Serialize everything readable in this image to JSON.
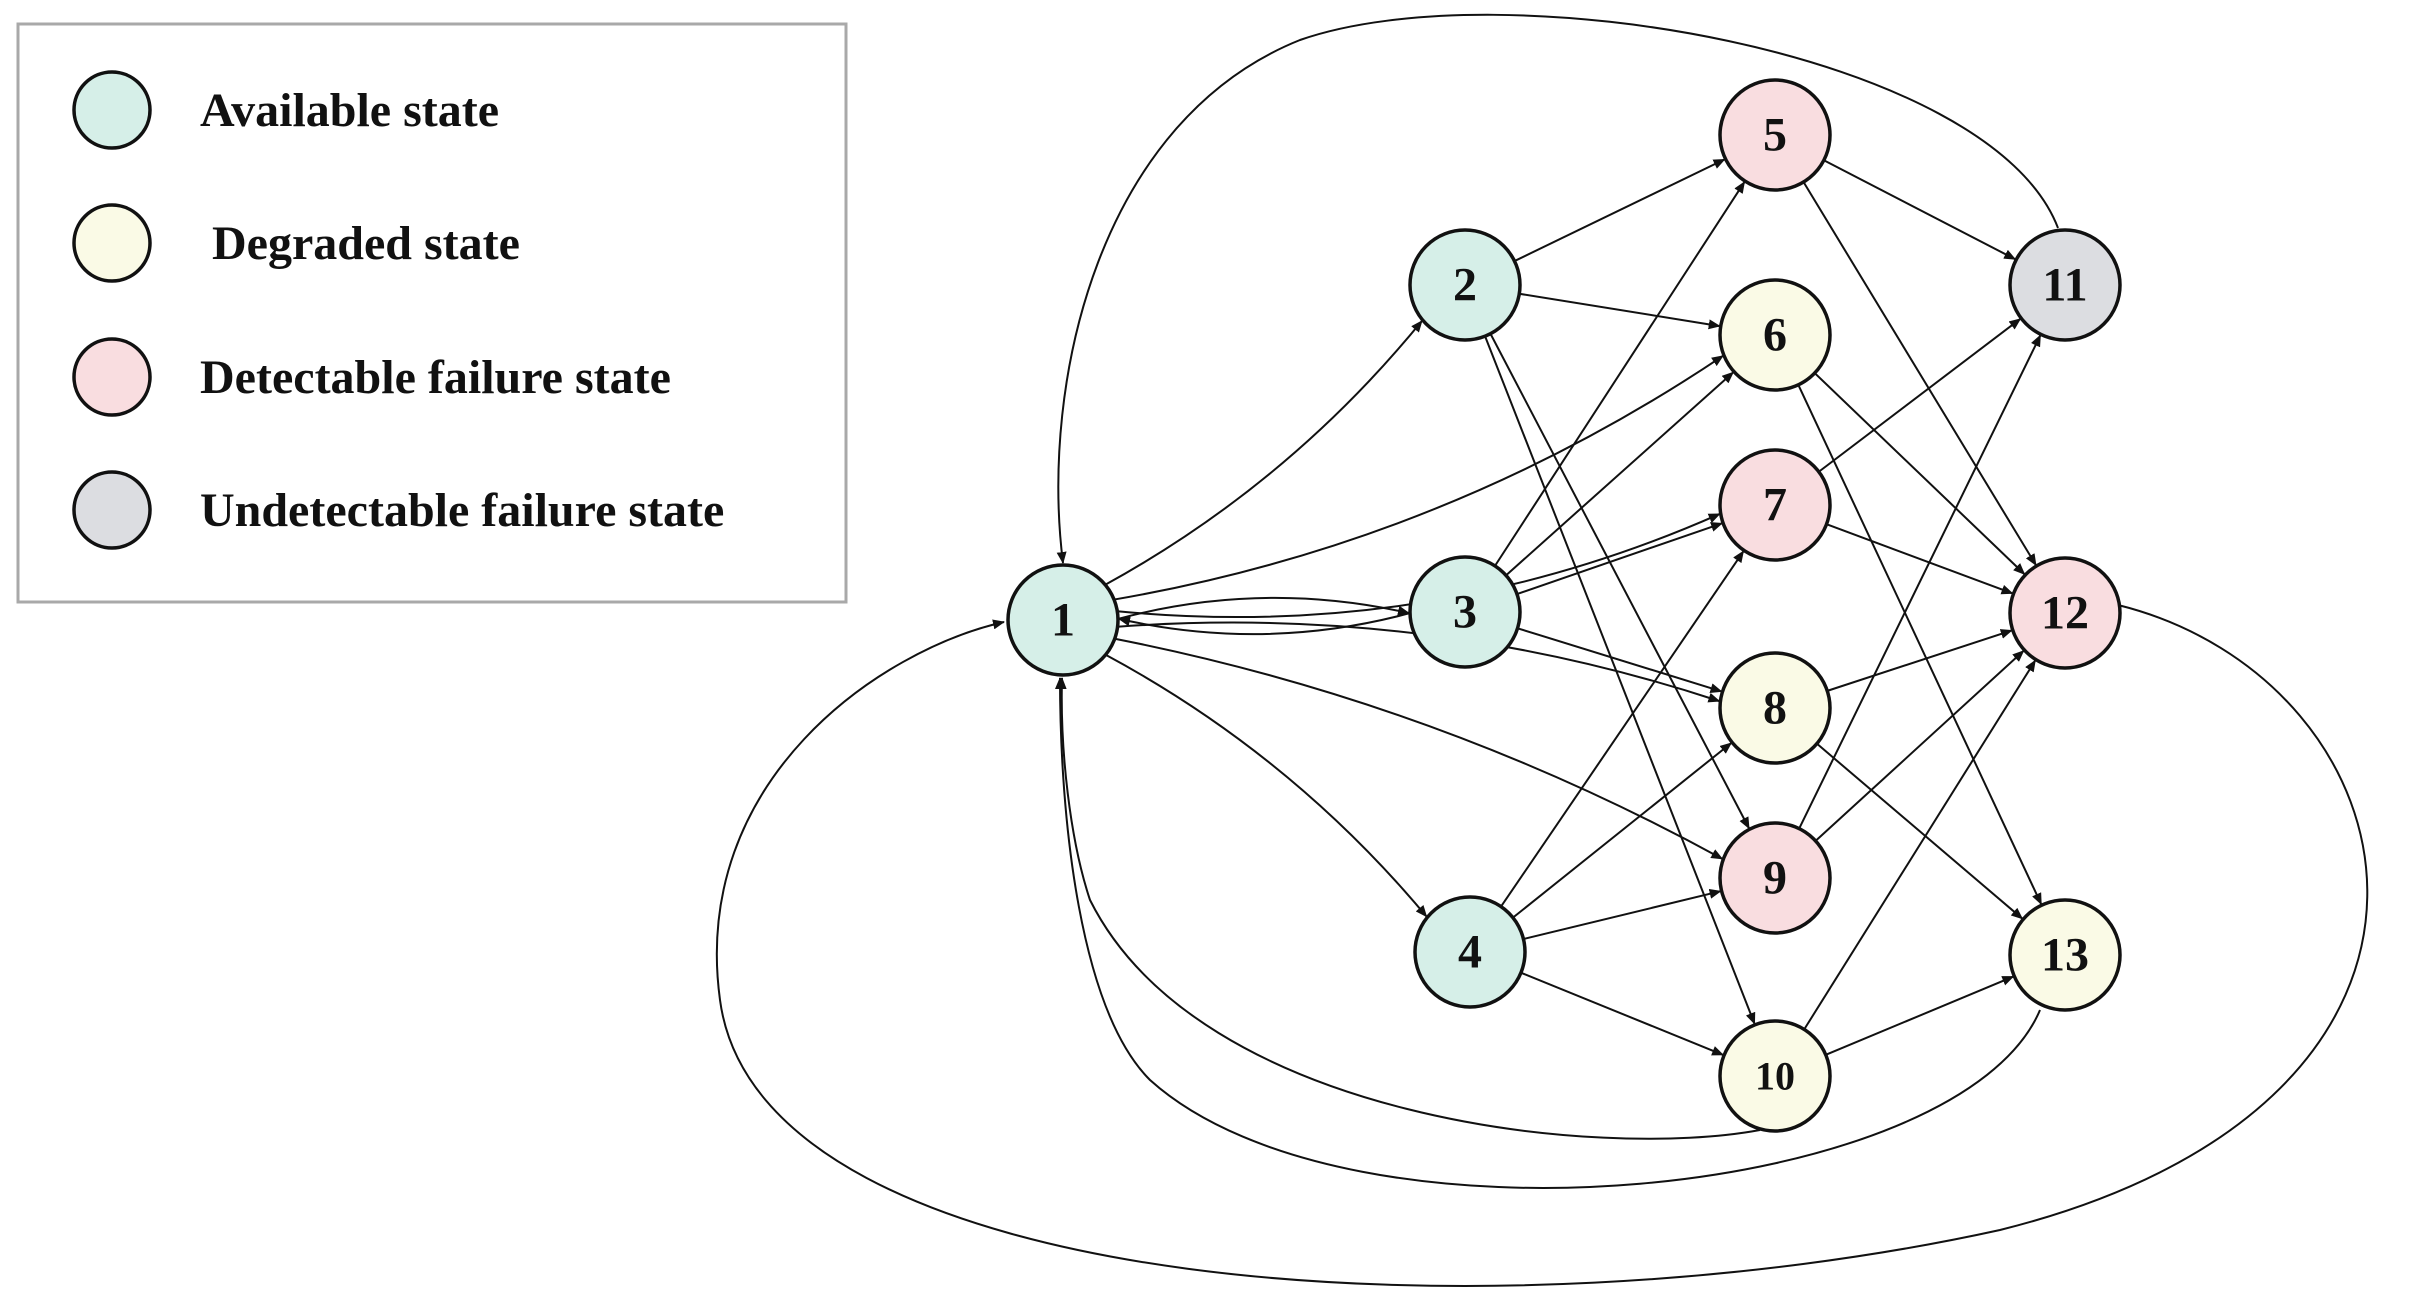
{
  "legend": {
    "items": [
      {
        "label": "Available state",
        "color": "#d6efe8"
      },
      {
        "label": " Degraded state",
        "color": "#fafae6"
      },
      {
        "label": "Detectable failure state",
        "color": "#f9dde0"
      },
      {
        "label": "Undetectable failure state",
        "color": "#dcdde1"
      }
    ]
  },
  "nodes": [
    {
      "id": "1",
      "label": "1",
      "state": "available"
    },
    {
      "id": "2",
      "label": "2",
      "state": "available"
    },
    {
      "id": "3",
      "label": "3",
      "state": "available"
    },
    {
      "id": "4",
      "label": "4",
      "state": "available"
    },
    {
      "id": "5",
      "label": "5",
      "state": "detectable"
    },
    {
      "id": "6",
      "label": "6",
      "state": "degraded"
    },
    {
      "id": "7",
      "label": "7",
      "state": "detectable"
    },
    {
      "id": "8",
      "label": "8",
      "state": "degraded"
    },
    {
      "id": "9",
      "label": "9",
      "state": "detectable"
    },
    {
      "id": "10",
      "label": "10",
      "state": "degraded"
    },
    {
      "id": "11",
      "label": "11",
      "state": "undetectable"
    },
    {
      "id": "12",
      "label": "12",
      "state": "detectable"
    },
    {
      "id": "13",
      "label": "13",
      "state": "degraded"
    }
  ],
  "state_colors": {
    "available": "#d6efe8",
    "degraded": "#fafae6",
    "detectable": "#f9dde0",
    "undetectable": "#dcdde1"
  },
  "edges": [
    [
      "1",
      "2"
    ],
    [
      "1",
      "3"
    ],
    [
      "3",
      "1"
    ],
    [
      "1",
      "4"
    ],
    [
      "1",
      "6"
    ],
    [
      "1",
      "7"
    ],
    [
      "1",
      "8"
    ],
    [
      "1",
      "9"
    ],
    [
      "2",
      "5"
    ],
    [
      "2",
      "6"
    ],
    [
      "2",
      "9"
    ],
    [
      "2",
      "10"
    ],
    [
      "3",
      "5"
    ],
    [
      "3",
      "6"
    ],
    [
      "3",
      "7"
    ],
    [
      "3",
      "8"
    ],
    [
      "4",
      "7"
    ],
    [
      "4",
      "8"
    ],
    [
      "4",
      "9"
    ],
    [
      "4",
      "10"
    ],
    [
      "5",
      "11"
    ],
    [
      "5",
      "12"
    ],
    [
      "6",
      "12"
    ],
    [
      "6",
      "13"
    ],
    [
      "7",
      "11"
    ],
    [
      "7",
      "12"
    ],
    [
      "8",
      "12"
    ],
    [
      "8",
      "13"
    ],
    [
      "9",
      "11"
    ],
    [
      "9",
      "12"
    ],
    [
      "10",
      "12"
    ],
    [
      "10",
      "13"
    ],
    [
      "11",
      "1"
    ],
    [
      "12",
      "1"
    ],
    [
      "13",
      "1"
    ],
    [
      "10",
      "1"
    ]
  ]
}
